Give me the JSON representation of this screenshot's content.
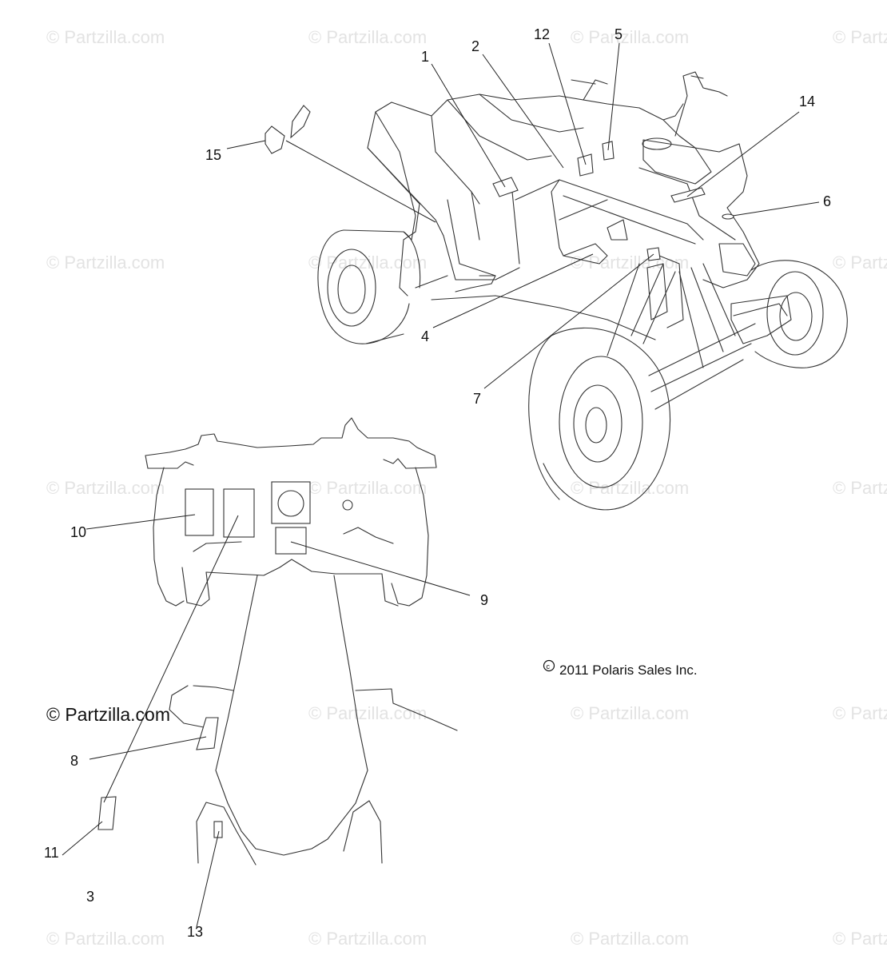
{
  "watermark": {
    "text": "© Partzilla.com"
  },
  "brand_watermark": {
    "text": "© Partzilla.com"
  },
  "copyright": {
    "text": "2011 Polaris Sales Inc."
  },
  "callouts": [
    "1",
    "2",
    "3",
    "4",
    "5",
    "6",
    "7",
    "8",
    "9",
    "10",
    "11",
    "12",
    "13",
    "14",
    "15"
  ]
}
